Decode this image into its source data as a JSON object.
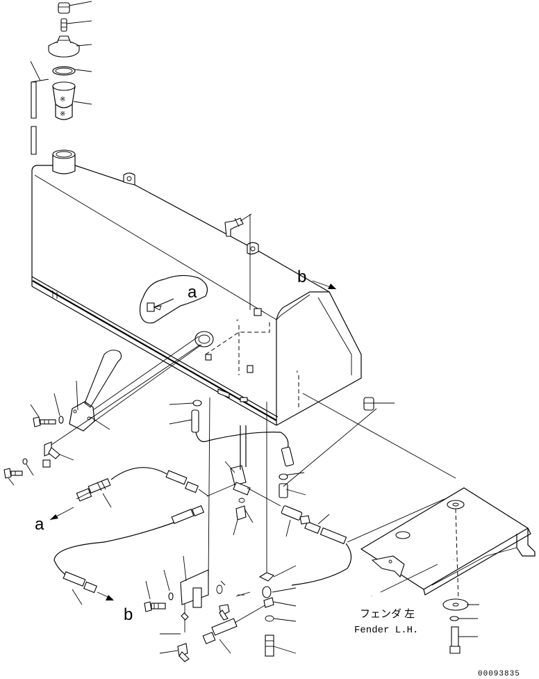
{
  "view_labels": {
    "a": "a",
    "b": "b"
  },
  "fender_label": {
    "japanese": "フェンダ 左",
    "english": "Fender L.H."
  },
  "drawing_number": "00093835"
}
